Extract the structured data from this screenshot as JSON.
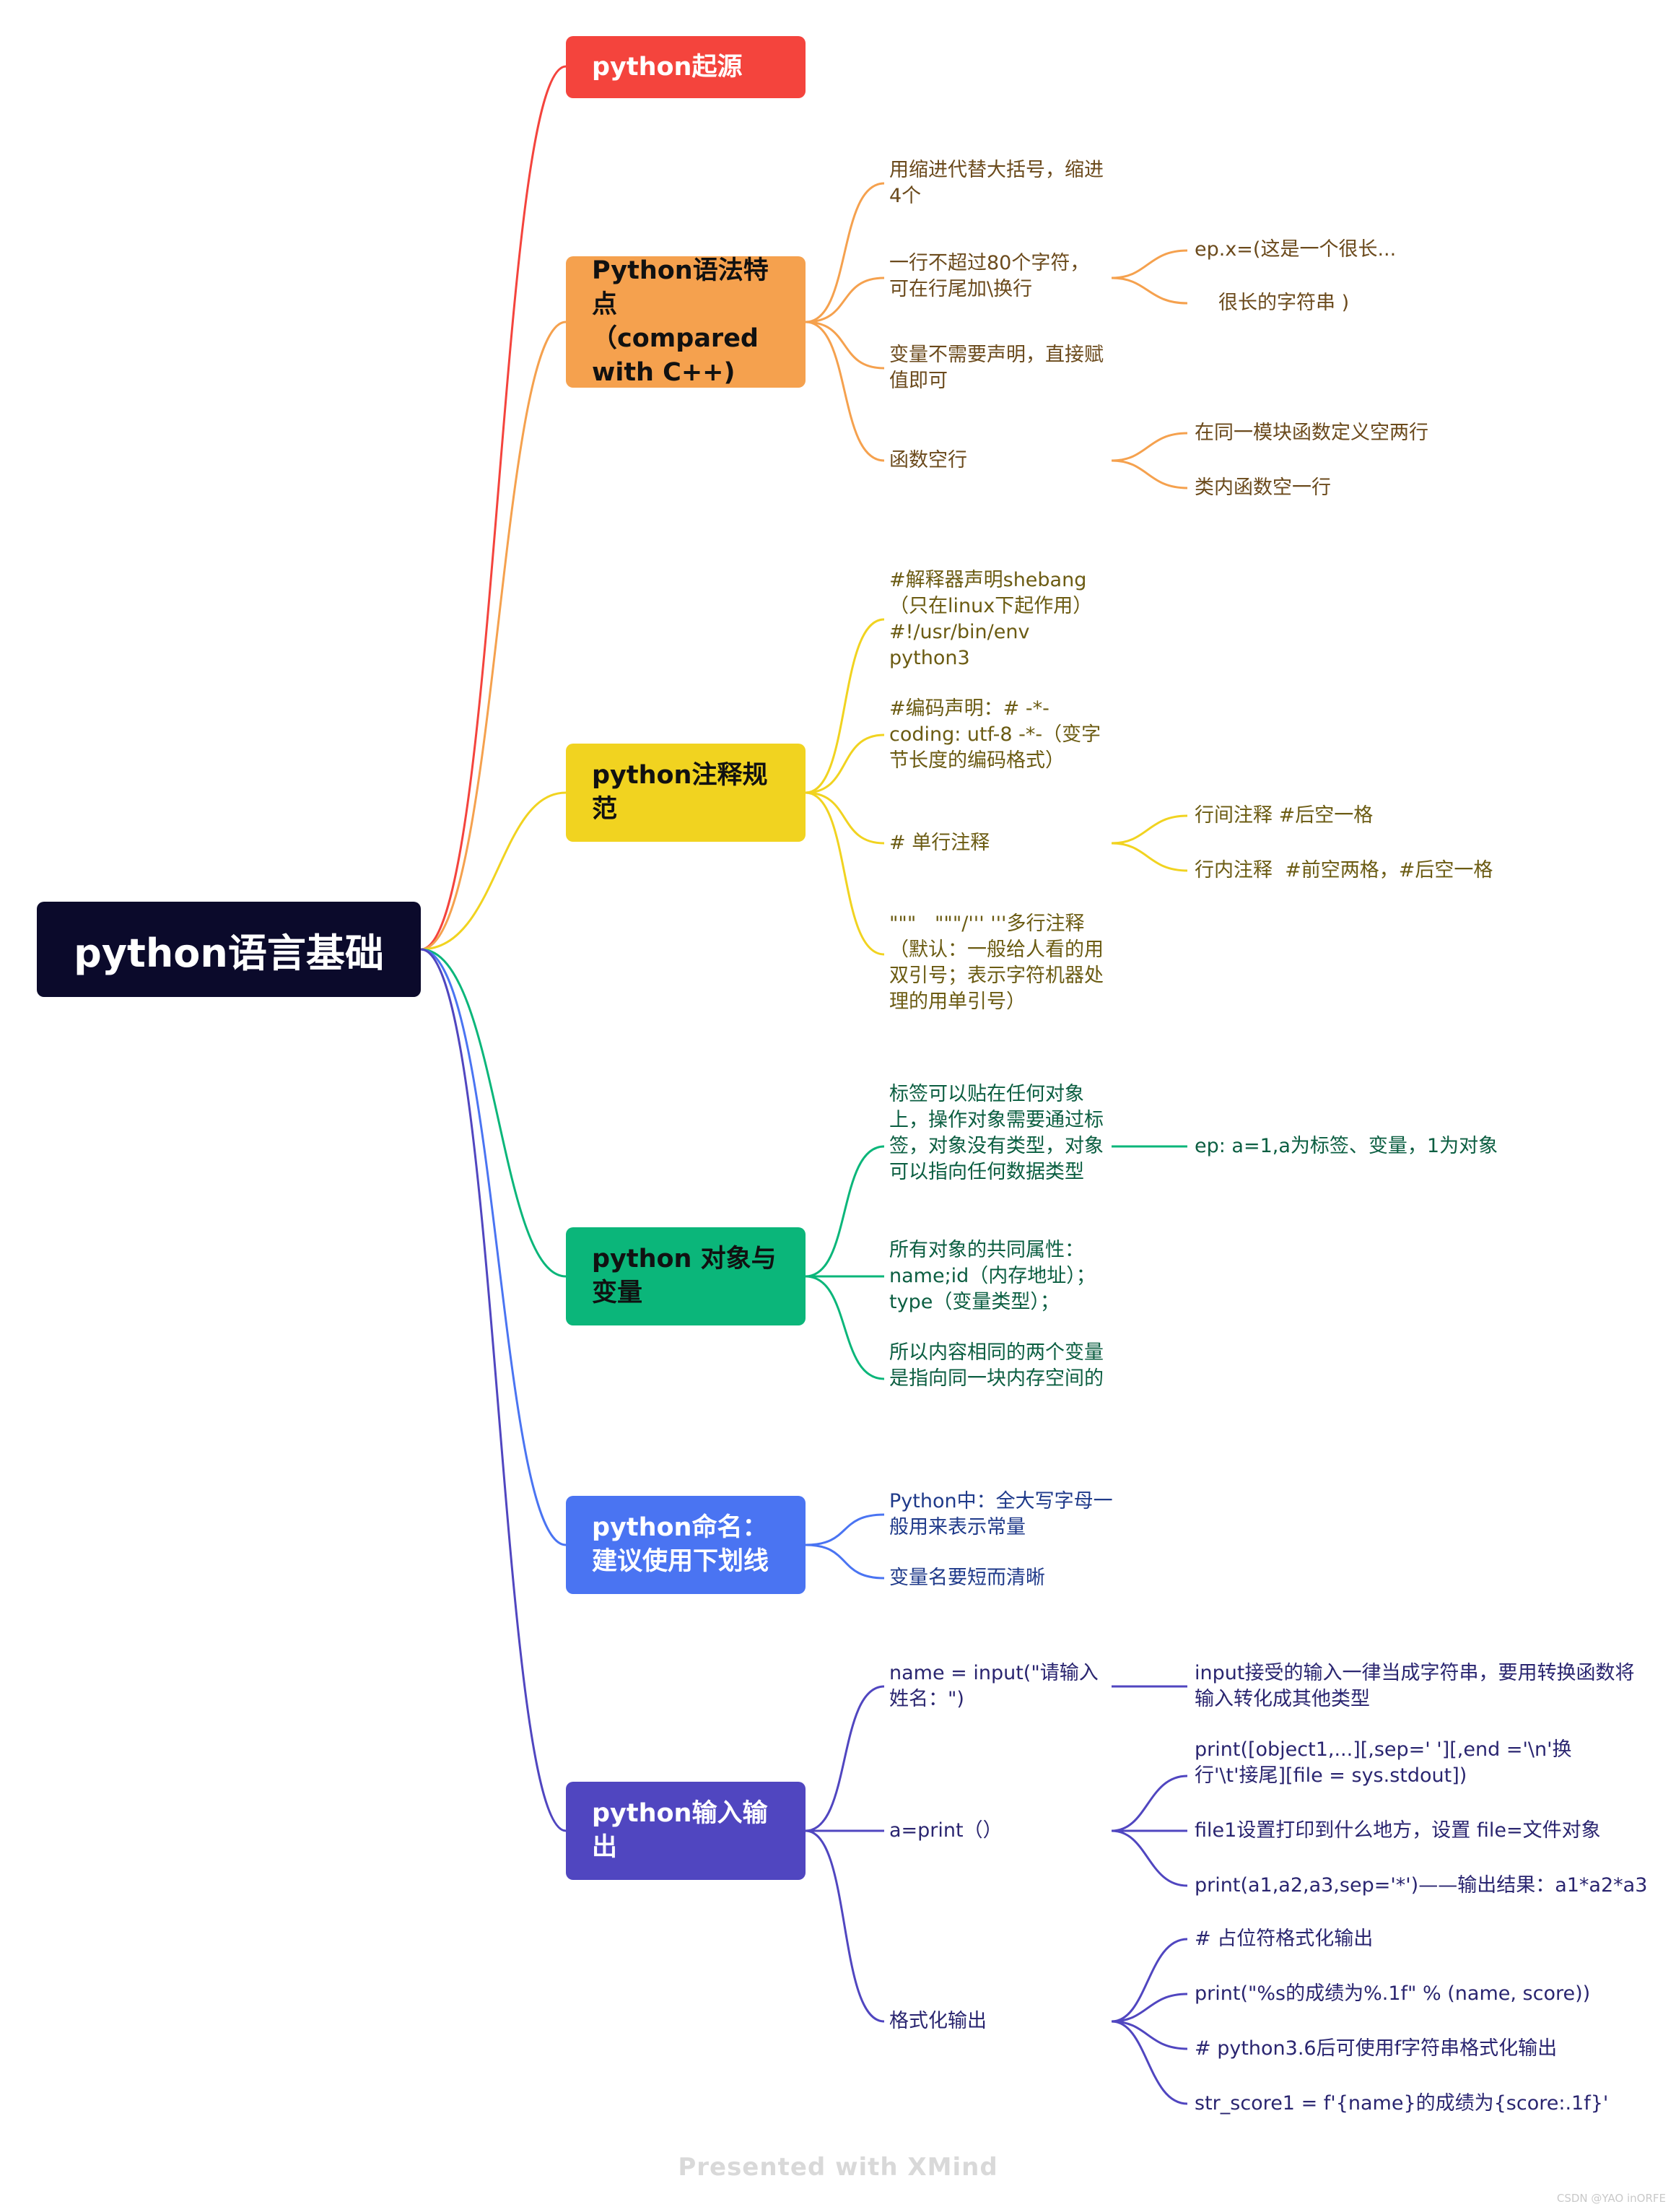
{
  "root": {
    "label": "python语言基础"
  },
  "branches": [
    {
      "label": "python起源",
      "color": "#f4443d"
    },
    {
      "label": "Python语法特点（compared with C++)",
      "color": "#f5a14e"
    },
    {
      "label": "python注释规范",
      "color": "#f1d320"
    },
    {
      "label": "python 对象与变量",
      "color": "#0bb67a"
    },
    {
      "label": "python命名：建议使用下划线",
      "color": "#4a74f2"
    },
    {
      "label": "python输入输出",
      "color": "#5046c0"
    }
  ],
  "syntax": {
    "indent": "用缩进代替大括号，缩进4个",
    "line_length": "一行不超过80个字符，可在行尾加\\换行",
    "line_example_1": "ep.x=(这是一个很长...",
    "line_example_2": "很长的字符串 )",
    "var_decl": "变量不需要声明，直接赋值即可",
    "func_blank": "函数空行",
    "blank_module": "在同一模块函数定义空两行",
    "blank_class": "类内函数空一行"
  },
  "comments": {
    "shebang": "#解释器声明shebang（只在linux下起作用）#!/usr/bin/env python3",
    "coding": "#编码声明：# -*- coding: utf-8 -*-（变字节长度的编码格式）",
    "single": "# 单行注释",
    "between_lines": "行间注释 #后空一格",
    "inline": "行内注释  #前空两格，#后空一格",
    "multi": "\"\"\"   \"\"\"/''' '''多行注释（默认：一般给人看的用双引号；表示字符机器处理的用单引号）"
  },
  "objects": {
    "labels": "标签可以贴在任何对象上，操作对象需要通过标签，对象没有类型，对象可以指向任何数据类型",
    "labels_example": "ep: a=1,a为标签、变量，1为对象",
    "attrs": "所有对象的共同属性：name;id（内存地址）；type（变量类型）；",
    "same_mem": "所以内容相同的两个变量是指向同一块内存空间的"
  },
  "naming": {
    "const": "Python中：全大写字母一般用来表示常量",
    "short": "变量名要短而清晰"
  },
  "io": {
    "input": "name = input(\"请输入姓名：\")",
    "input_note": "input接受的输入一律当成字符串，要用转换函数将输入转化成其他类型",
    "print_call": "a=print（）",
    "print_sig": "print([object1,...][,sep=' '][,end ='\\n'换行'\\t'接尾][file = sys.stdout])",
    "print_file": "file1设置打印到什么地方，设置 file=文件对象",
    "print_sep": "print(a1,a2,a3,sep='*')——输出结果：a1*a2*a3",
    "format": "格式化输出",
    "fmt_placeholder": "# 占位符格式化输出",
    "fmt_example": "print(\"%s的成绩为%.1f\" % (name, score))",
    "fmt_fstring": "# python3.6后可使用f字符串格式化输出",
    "fmt_fstring_example": "str_score1 = f'{name}的成绩为{score:.1f}'"
  },
  "footer": {
    "text": "Presented with XMind",
    "credit": "CSDN @YAO inORFE"
  }
}
